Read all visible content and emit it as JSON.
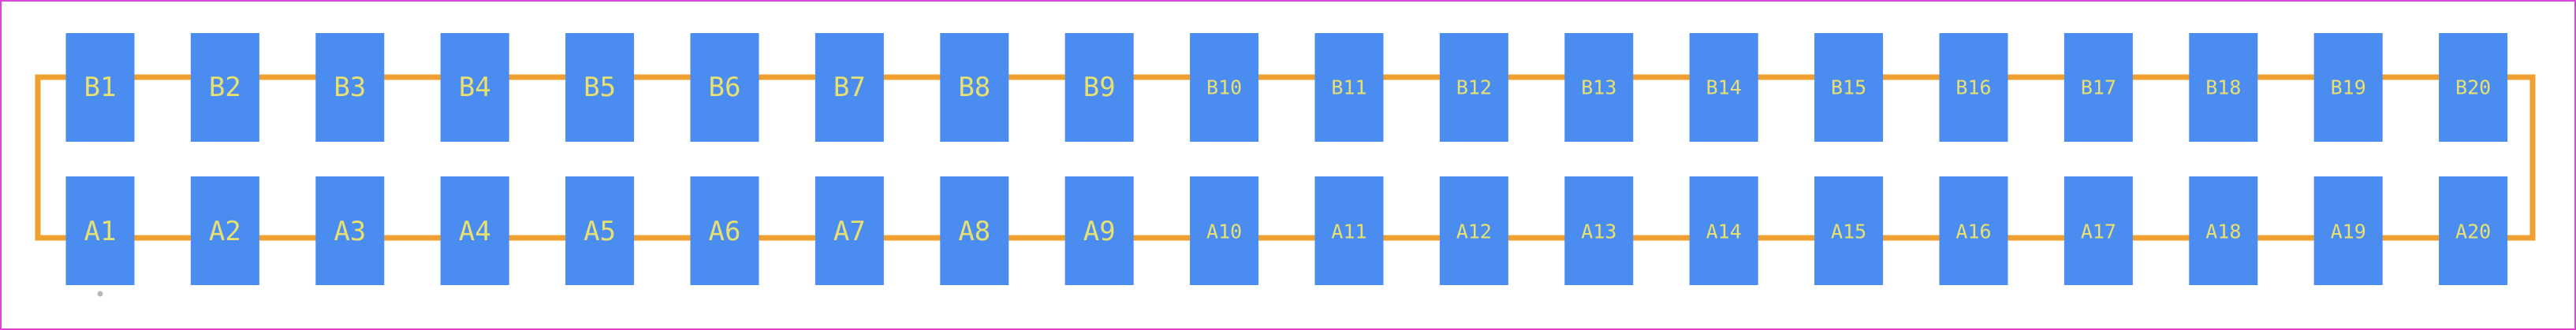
{
  "colors": {
    "background": "#ffffff",
    "frame": "#d946d9",
    "pad": "#4a8cf0",
    "trace": "#f0a030",
    "label": "#e8e070",
    "pin_marker": "#b8b8b8"
  },
  "rows": [
    {
      "name": "top",
      "pads": [
        "B1",
        "B2",
        "B3",
        "B4",
        "B5",
        "B6",
        "B7",
        "B8",
        "B9",
        "B10",
        "B11",
        "B12",
        "B13",
        "B14",
        "B15",
        "B16",
        "B17",
        "B18",
        "B19",
        "B20"
      ]
    },
    {
      "name": "bottom",
      "pads": [
        "A1",
        "A2",
        "A3",
        "A4",
        "A5",
        "A6",
        "A7",
        "A8",
        "A9",
        "A10",
        "A11",
        "A12",
        "A13",
        "A14",
        "A15",
        "A16",
        "A17",
        "A18",
        "A19",
        "A20"
      ]
    }
  ]
}
